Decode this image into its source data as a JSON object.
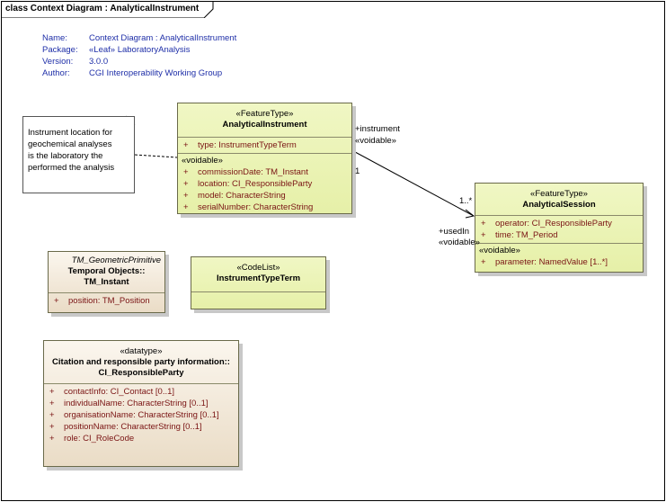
{
  "frame": {
    "title": "class Context Diagram : AnalyticalInstrument"
  },
  "meta": [
    {
      "key": "Name:",
      "value": "Context Diagram : AnalyticalInstrument"
    },
    {
      "key": "Package:",
      "value": "«Leaf» LaboratoryAnalysis"
    },
    {
      "key": "Version:",
      "value": "3.0.0"
    },
    {
      "key": "Author:",
      "value": "CGI Interoperability Working Group"
    }
  ],
  "note": {
    "lines": [
      "Instrument location for",
      "geochemical analyses",
      "is the laboratory the",
      "performed the analysis"
    ]
  },
  "classes": {
    "analytical_instrument": {
      "stereotype": "«FeatureType»",
      "name": "AnalyticalInstrument",
      "attributes": [
        {
          "plus": "+",
          "text": "type:  InstrumentTypeTerm"
        }
      ],
      "voidable_label": "«voidable»",
      "voidable": [
        {
          "plus": "+",
          "text": "commissionDate:  TM_Instant"
        },
        {
          "plus": "+",
          "text": "location:  CI_ResponsibleParty"
        },
        {
          "plus": "+",
          "text": "model:  CharacterString"
        },
        {
          "plus": "+",
          "text": "serialNumber:  CharacterString"
        }
      ]
    },
    "analytical_session": {
      "stereotype": "«FeatureType»",
      "name": "AnalyticalSession",
      "attributes": [
        {
          "plus": "+",
          "text": "operator:  CI_ResponsibleParty"
        },
        {
          "plus": "+",
          "text": "time:  TM_Period"
        }
      ],
      "voidable_label": "«voidable»",
      "voidable": [
        {
          "plus": "+",
          "text": "parameter:  NamedValue [1..*]"
        }
      ]
    },
    "tm_instant": {
      "stereotype": "TM_GeometricPrimitive",
      "name_line1": "Temporal Objects::",
      "name_line2": "TM_Instant",
      "attributes": [
        {
          "plus": "+",
          "text": "position:  TM_Position"
        }
      ]
    },
    "instrument_type_term": {
      "stereotype": "«CodeList»",
      "name": "InstrumentTypeTerm"
    },
    "ci_responsible_party": {
      "stereotype": "«datatype»",
      "name_line1": "Citation and responsible party information::",
      "name_line2": "CI_ResponsibleParty",
      "attributes": [
        {
          "plus": "+",
          "text": "contactInfo:  CI_Contact [0..1]"
        },
        {
          "plus": "+",
          "text": "individualName:  CharacterString [0..1]"
        },
        {
          "plus": "+",
          "text": "organisationName:  CharacterString [0..1]"
        },
        {
          "plus": "+",
          "text": "positionName:  CharacterString [0..1]"
        },
        {
          "plus": "+",
          "text": "role:  CI_RoleCode"
        }
      ]
    }
  },
  "association": {
    "instrument_role": "+instrument",
    "instrument_voidable": "«voidable»",
    "instrument_mult": "1",
    "session_mult": "1..*",
    "session_role": "+usedIn",
    "session_voidable": "«voidable»"
  }
}
